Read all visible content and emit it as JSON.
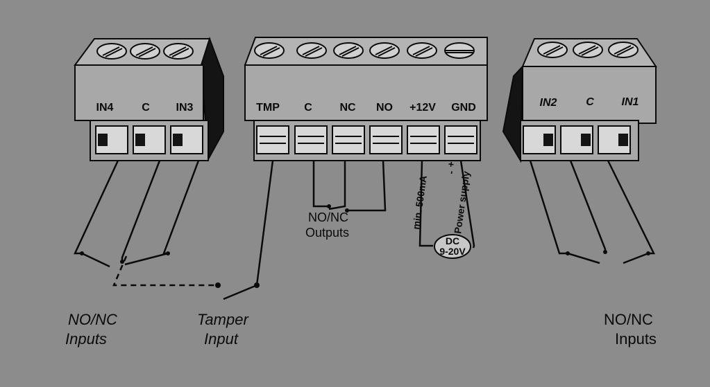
{
  "diagram": {
    "left_block": {
      "terminals": [
        "IN4",
        "C",
        "IN3"
      ]
    },
    "center_block": {
      "terminals": [
        "TMP",
        "C",
        "NC",
        "NO",
        "+12V",
        "GND"
      ]
    },
    "right_block": {
      "terminals": [
        "IN2",
        "C",
        "IN1"
      ]
    },
    "captions": {
      "left_line1": "NO/NC",
      "left_line2": "Inputs",
      "tamper_line1": "Tamper",
      "tamper_line2": "Input",
      "outputs_line1": "NO/NC",
      "outputs_line2": "Outputs",
      "right_line1": "NO/NC",
      "right_line2": "Inputs"
    },
    "power": {
      "current_label": "min. 500mA",
      "supply_label": "Power supply",
      "plus_sign": "+",
      "minus_sign": "-",
      "dc_label": "DC",
      "voltage_label": "9-20V"
    }
  },
  "colors": {
    "background": "#8c8c8c",
    "block_face": "#a8a8a8",
    "block_top": "#b4b4b4",
    "block_side": "#141414",
    "line": "#0a0a0a"
  }
}
